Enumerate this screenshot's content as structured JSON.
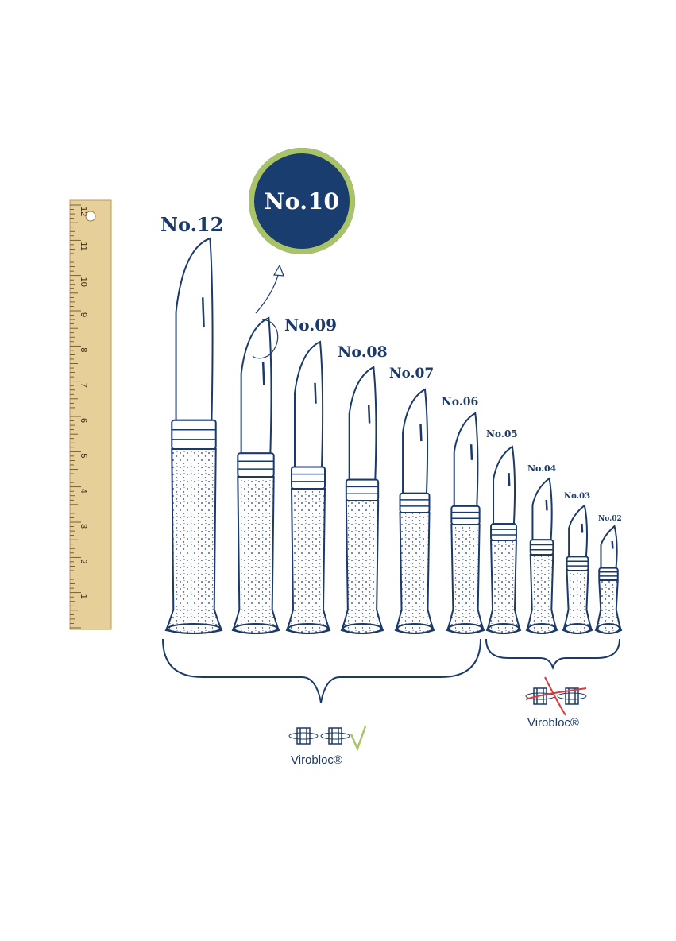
{
  "colors": {
    "ink": "#1b3a6b",
    "badge_fill": "#1a3d70",
    "badge_ring": "#a9c468",
    "ruler_wood": "#e7cf9a",
    "check_green": "#a9c468",
    "cross_red": "#d93a3a"
  },
  "highlight_badge": {
    "label": "No.10"
  },
  "knives": [
    {
      "label": "No.12"
    },
    {
      "label": "No.09"
    },
    {
      "label": "No.08"
    },
    {
      "label": "No.07"
    },
    {
      "label": "No.06"
    },
    {
      "label": "No.05"
    },
    {
      "label": "No.04"
    },
    {
      "label": "No.03"
    },
    {
      "label": "No.02"
    }
  ],
  "ruler": {
    "numbers": [
      "1",
      "2",
      "3",
      "4",
      "5",
      "6",
      "7",
      "8",
      "9",
      "10",
      "11",
      "12"
    ]
  },
  "groups": [
    {
      "label": "Virobloc®",
      "status_icon": "check-icon"
    },
    {
      "label": "Virobloc®",
      "status_icon": "cross-icon"
    }
  ]
}
